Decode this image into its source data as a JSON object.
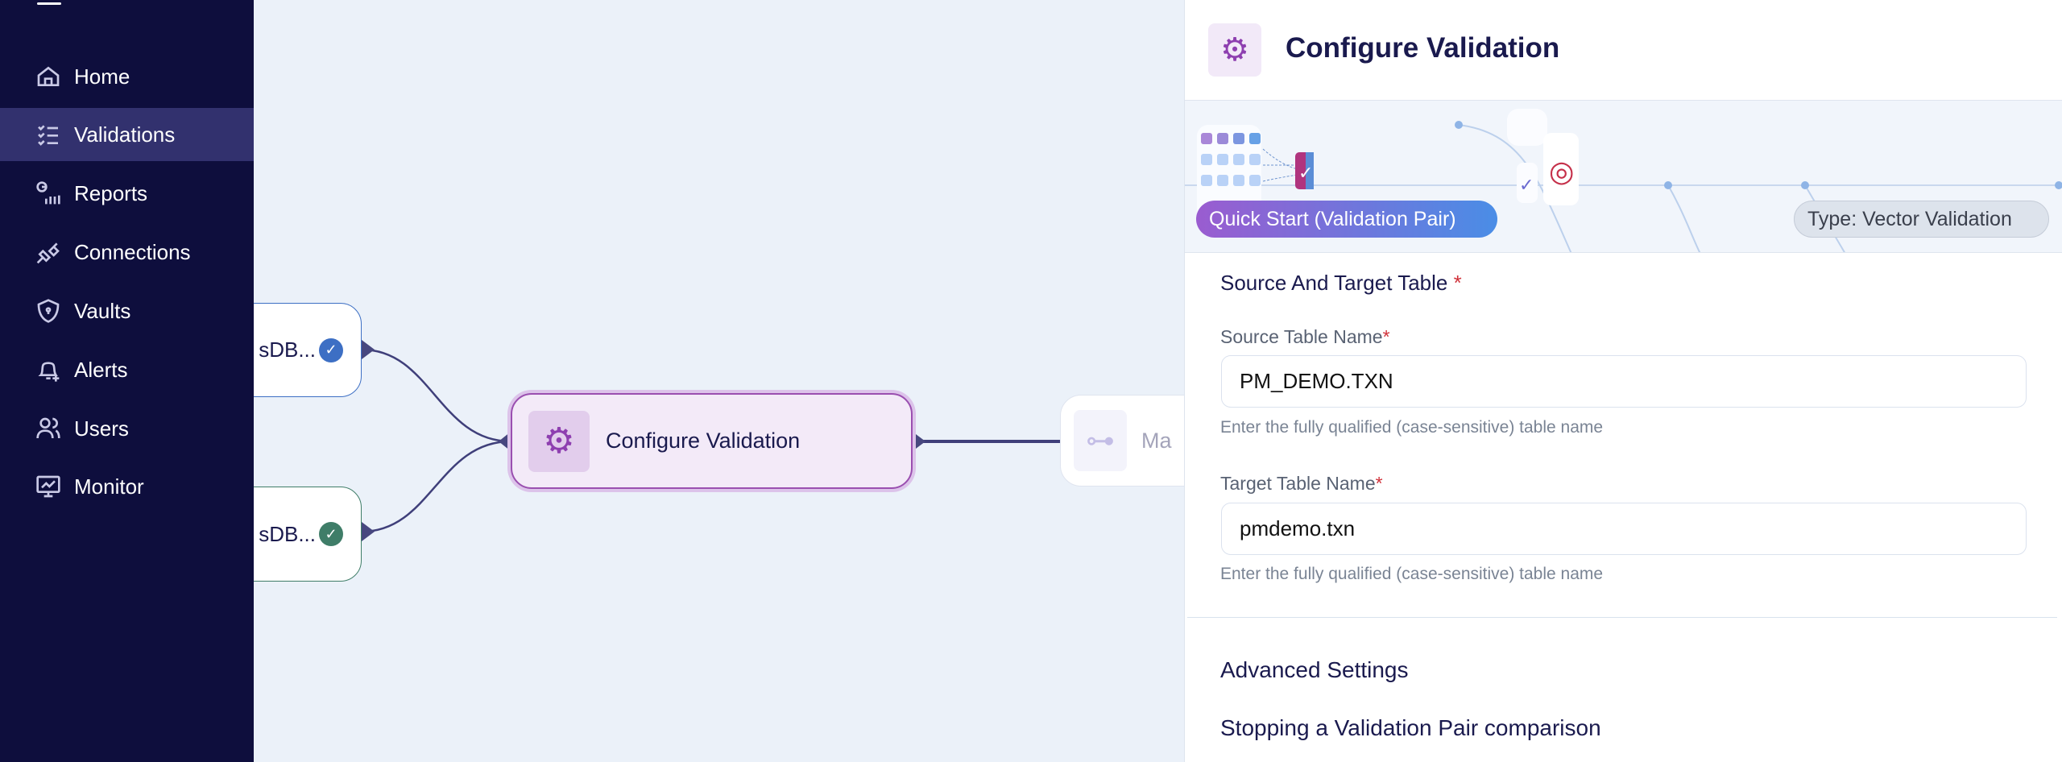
{
  "sidebar": {
    "items": [
      {
        "label": "Home",
        "icon": "home-icon"
      },
      {
        "label": "Validations",
        "icon": "checklist-icon",
        "active": true
      },
      {
        "label": "Reports",
        "icon": "reports-icon"
      },
      {
        "label": "Connections",
        "icon": "plug-icon"
      },
      {
        "label": "Vaults",
        "icon": "shield-icon"
      },
      {
        "label": "Alerts",
        "icon": "bell-plus-icon"
      },
      {
        "label": "Users",
        "icon": "users-icon"
      },
      {
        "label": "Monitor",
        "icon": "monitor-icon"
      }
    ]
  },
  "canvas": {
    "source_node": {
      "label": "sDB...",
      "status_color": "#3d6fc4"
    },
    "target_node": {
      "label": "sDB...",
      "status_color": "#3f7d68"
    },
    "center_node": {
      "label": "Configure Validation"
    },
    "next_node": {
      "label": "Ma"
    }
  },
  "panel": {
    "title": "Configure Validation",
    "banner": {
      "quick_start": "Quick Start (Validation Pair)",
      "type_badge": "Type: Vector Validation"
    },
    "section_title": "Source And Target Table",
    "required_mark": "*",
    "source": {
      "label": "Source Table Name",
      "value": "PM_DEMO.TXN",
      "help": "Enter the fully qualified (case-sensitive) table name"
    },
    "target": {
      "label": "Target Table Name",
      "value": "pmdemo.txn",
      "help": "Enter the fully qualified (case-sensitive) table name"
    },
    "advanced": "Advanced Settings",
    "stopping": "Stopping a Validation Pair comparison"
  }
}
